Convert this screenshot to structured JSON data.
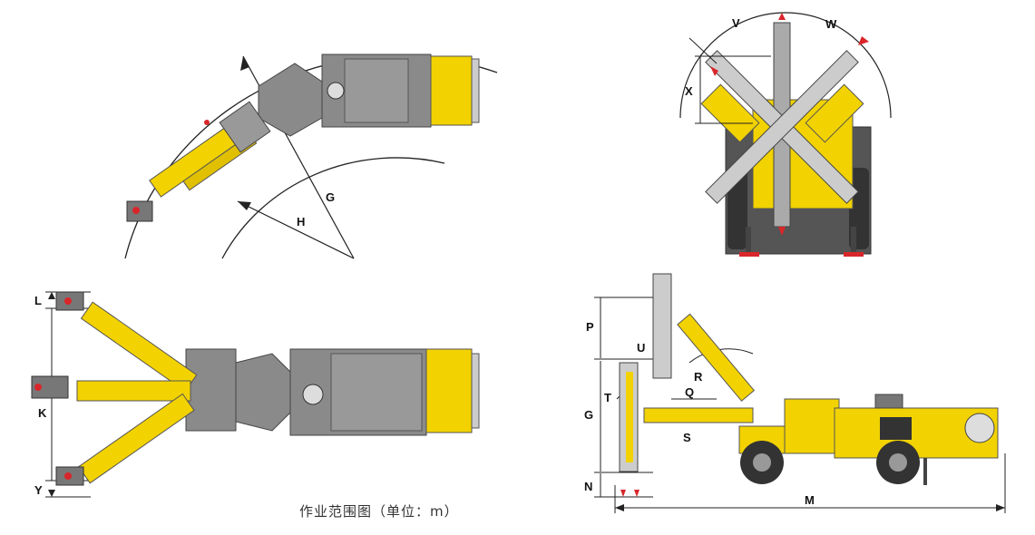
{
  "caption": "作业范围图（单位：m）",
  "labels": {
    "G": "G",
    "H": "H",
    "V": "V",
    "W": "W",
    "X": "X",
    "L": "L",
    "K": "K",
    "Y": "Y",
    "P": "P",
    "U": "U",
    "R": "R",
    "T": "T",
    "Q": "Q",
    "S": "S",
    "N": "N",
    "M": "M",
    "G2": "G"
  },
  "colors": {
    "boom_yellow": "#f2d200",
    "chassis_gray": "#8a8a8a",
    "dark_gray": "#555555",
    "line": "#222222",
    "drill_red": "#d9262b"
  }
}
